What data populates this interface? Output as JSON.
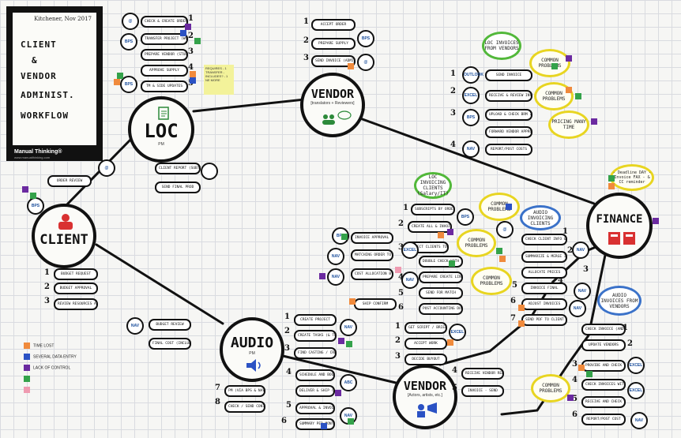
{
  "title": {
    "lines": [
      "CLIENT",
      "&",
      "VENDOR",
      "ADMINIST.",
      "WORKFLOW"
    ],
    "date": "Kitchener, Nov 2017",
    "brand": "Manual Thinking®",
    "url": "www.manualthinking.com"
  },
  "hubs": {
    "loc": {
      "label": "LOC",
      "sub": "PM"
    },
    "vendor_top": {
      "label": "VENDOR",
      "sub": "[translators + Reviewers]"
    },
    "client": {
      "label": "CLIENT"
    },
    "finance": {
      "label": "FINANCE"
    },
    "audio": {
      "label": "AUDIO",
      "sub": "PM"
    },
    "vendor_bottom": {
      "label": "VENDOR",
      "sub": "[Actors, artists, etc.]"
    }
  },
  "loc_steps": {
    "numbers": [
      "1",
      "2",
      "3",
      "4",
      "5"
    ],
    "pills": [
      "CHECK & CREATE ORDER BOOKS",
      "TRANSFER PROJECT (WORD)",
      "PREPARE VENDOR (STUDENT & REVIEWER)",
      "APPROVE SUPPLY",
      "TM & SIDE UPDATES"
    ],
    "circles": [
      "@",
      "BPS",
      "",
      "",
      "BPS"
    ]
  },
  "sticky_note": "REQUIRES - 1 TRANSFER - INCLUDES? - 1 NE MORE",
  "vendor_top_steps": {
    "numbers": [
      "1",
      "2",
      "3"
    ],
    "pills": [
      "ACCEPT ORDER",
      "PREPARE SUPPLY",
      "SEND INVOICE (ADMIN STAGE OK)"
    ],
    "circles": [
      "BPS",
      "@"
    ]
  },
  "loc_invoices_ring": "LOC INVOICES FROM VENDORS",
  "loc_invoices_steps": {
    "numbers": [
      "1",
      "2",
      "3",
      "4"
    ],
    "pills": [
      "SEND INVOICE",
      "RECEIVE & REVIEW INVOICE",
      "UPLOAD & CHECK BRM INVOICE",
      "FORWARD VENDOR APPROVAL",
      "REPORT/POST COSTS"
    ],
    "circles": [
      "OUTLOOK",
      "EXCEL",
      "BPS",
      "NAV"
    ]
  },
  "yellow_notes": [
    "COMMON PROBLEMS",
    "COMMON PROBLEMS",
    "PRICING MANY TIME",
    "COMMON PROBLEMS",
    "COMMON PROBLEMS",
    "COMMON PROBLEMS"
  ],
  "finance_note": "- Deadline DAY - Invoice FAX - & CC reminder",
  "client_center_pills": [
    "ORDER REVIEW",
    "CLIENT REPORT (SUBTOTAL & LINES)",
    "SEND FINAL PROD"
  ],
  "client_steps": {
    "numbers": [
      "1",
      "2",
      "3"
    ],
    "pills": [
      "BUDGET REQUEST",
      "BUDGET APPROVAL",
      "REVIEW RESOURCES ALL (PO & MATERIALS)"
    ],
    "circles": [
      "@",
      "BPS"
    ]
  },
  "loc_invoicing_ring": "LOC INVOICING CLIENTS (Salary/IT)",
  "loc_invoicing_steps": {
    "numbers": [
      "1",
      "2",
      "3",
      "4",
      "5",
      "6"
    ],
    "pills": [
      "SUBSCRIPTS BY ORDER",
      "CREATE ALL & INVOICE",
      "PROJECT CLIENTS TO PROVIDERS",
      "DOUBLE CHECK WITH BPR ORDER",
      "PREPARE CREATE LINE & FILE",
      "SEND FOR MATCH",
      "POST ACCOUNTING DUE BY ONE"
    ],
    "circles": [
      "BPS",
      "NAV",
      "EXCEL"
    ]
  },
  "middle_pills": [
    "INVOICE APPROVAL (ORDER & ENGINEERS)",
    "MATCHING ORDER TO INVOICE TIME",
    "COST ALLOCATION BY PO ADJ.",
    "SHIP CONFIRM"
  ],
  "middle_circles": [
    "BPS",
    "NAV",
    "NAV"
  ],
  "audio_invoicing_ring": "AUDIO INVOICING CLIENTS",
  "audio_invoicing_steps": {
    "numbers": [
      "1",
      "2",
      "3",
      "4",
      "5",
      "6",
      "7"
    ],
    "pills": [
      "CHECK CLIENT INFO & INVOICE",
      "SUMMARIZE & MERGE INVOICE",
      "ALLOCATE PRICES",
      "INVOICE FINAL",
      "ADJUST INVOICES",
      "SEND PDF TO CLIENT"
    ],
    "circles": [
      "@",
      "NAV",
      "NAV",
      "NAV"
    ]
  },
  "audio_invoices_ring": "AUDIO INVOICES FROM VENDORS",
  "audio_invoices_steps": {
    "numbers": [
      "1",
      "2",
      "3",
      "4",
      "5",
      "6"
    ],
    "pills": [
      "CHECK INVOICE (AND)",
      "UPDATE VENDORS",
      "PROVIDE AND CHECK INVOICE",
      "CHECK INVOICES WITH FINANCE",
      "RECEIVE AND CHECK INVOICE",
      "REPORT/POST COST"
    ],
    "circles": [
      "EXCEL",
      "EXCEL",
      "NAV"
    ]
  },
  "audio_left_pills": [
    "BUDGET REVIEW",
    "FINAL COST (INCLUDING)"
  ],
  "audio_left_circle": "NAV",
  "audio_steps": {
    "numbers": [
      "1",
      "2",
      "3"
    ],
    "pills": [
      "CREATE PROJECT",
      "CREATE TASKS (& THEIR SCRIPT)",
      "FIND CASTING / CRE."
    ],
    "circles": [
      "NAV"
    ]
  },
  "audio_lower_steps": {
    "numbers": [
      "7",
      "8",
      "4",
      "5",
      "6"
    ],
    "pills": [
      "PM (VIA BPS & NAV)",
      "CHECK / SEND CONTRACT",
      "SCHEDULE AND BOOK TALENT",
      "DELIVER & SHIP (AUDIO)",
      "APPROVAL & INVOICES",
      "SUMMARY PER MONTH / INPUT"
    ],
    "circles": [
      "ABC",
      "NAV"
    ]
  },
  "vendor_bottom_steps": {
    "numbers": [
      "1",
      "2",
      "3",
      "4",
      "5"
    ],
    "pills": [
      "GET SCRIPT / BRIEFING",
      "ACCEPT WORK",
      "DECIDE BUYOUT",
      "RECEIVE VENDOR REPORT",
      "INVOICE - SEND"
    ],
    "circles": [
      "EXCEL"
    ]
  },
  "legend": [
    "TIME LOST",
    "SEVERAL DATA ENTRY",
    "LACK OF CONTROL",
    ""
  ],
  "colors": {
    "orange": "#f08a3c",
    "blue": "#2b52c4",
    "purple": "#6b2aa0",
    "pink": "#ef9ab0",
    "green": "#34a24a",
    "red": "#d93131"
  }
}
